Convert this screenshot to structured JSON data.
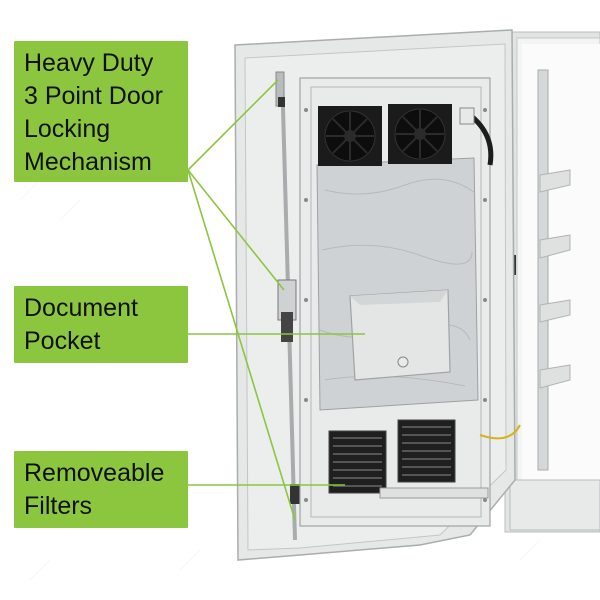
{
  "callouts": {
    "locking": {
      "lines": [
        "Heavy Duty",
        "3 Point Door",
        "Locking",
        "Mechanism"
      ]
    },
    "pocket": {
      "lines": [
        "Document",
        "Pocket"
      ]
    },
    "filters": {
      "lines": [
        "Removeable",
        "Filters"
      ]
    }
  },
  "colors": {
    "label_background": "#8cc63f",
    "leader_line": "#8cc63f",
    "cabinet_grey": "#e4e6e6",
    "fan_black": "#1b1b1b",
    "foil": "#cfd2d4"
  },
  "icons": {
    "fan_top_left": "cooling-fan-icon",
    "fan_top_right": "cooling-fan-icon",
    "filter_left": "vent-filter-icon",
    "filter_right": "vent-filter-icon"
  }
}
